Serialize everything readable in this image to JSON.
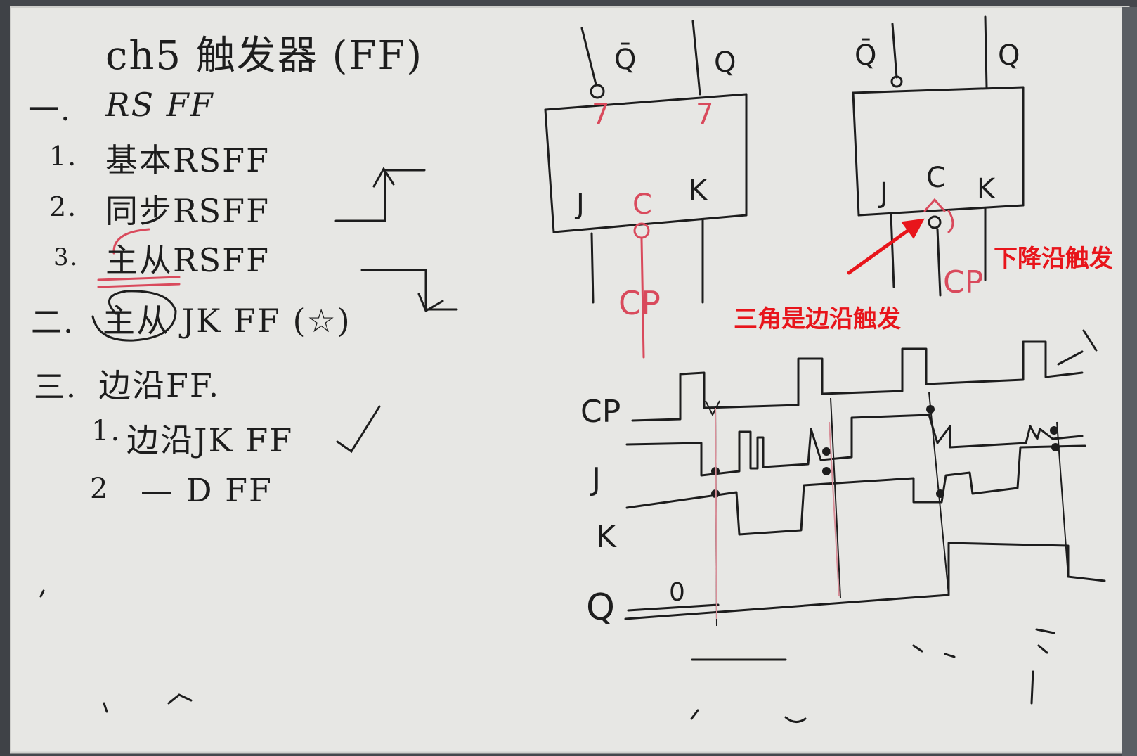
{
  "notes": {
    "title": "ch5 触发器 (FF)",
    "sections": [
      {
        "num": "一.",
        "text": "RS FF"
      },
      {
        "num": "1.",
        "text": "基本RSFF"
      },
      {
        "num": "2.",
        "text": "同步RSFF"
      },
      {
        "num": "3.",
        "text": "主从RSFF"
      },
      {
        "num": "二.",
        "text": "主从 JK FF (☆)"
      },
      {
        "num": "三.",
        "text": "边沿FF."
      },
      {
        "num": "1.",
        "text": "边沿JK FF"
      },
      {
        "num": "2",
        "text": "— D FF"
      }
    ]
  },
  "diagram_left": {
    "q_bar": "Q̄",
    "q": "Q",
    "j": "J",
    "c": "C",
    "k": "K",
    "clock": "CP",
    "marks": "7"
  },
  "diagram_right": {
    "q_bar": "Q̄",
    "q": "Q",
    "j": "J",
    "c": "C",
    "k": "K",
    "clock": "CP"
  },
  "annotations": {
    "falling_edge": "下降沿触发",
    "triangle": "三角是边沿触发"
  },
  "waveform": {
    "labels": [
      "CP",
      "J",
      "K",
      "Q"
    ],
    "q_initial": "0"
  },
  "colors": {
    "board": "#e7e7e4",
    "ink": "#1d1d1d",
    "red_ink": "#d94a5c",
    "annotation": "#e8151b"
  }
}
